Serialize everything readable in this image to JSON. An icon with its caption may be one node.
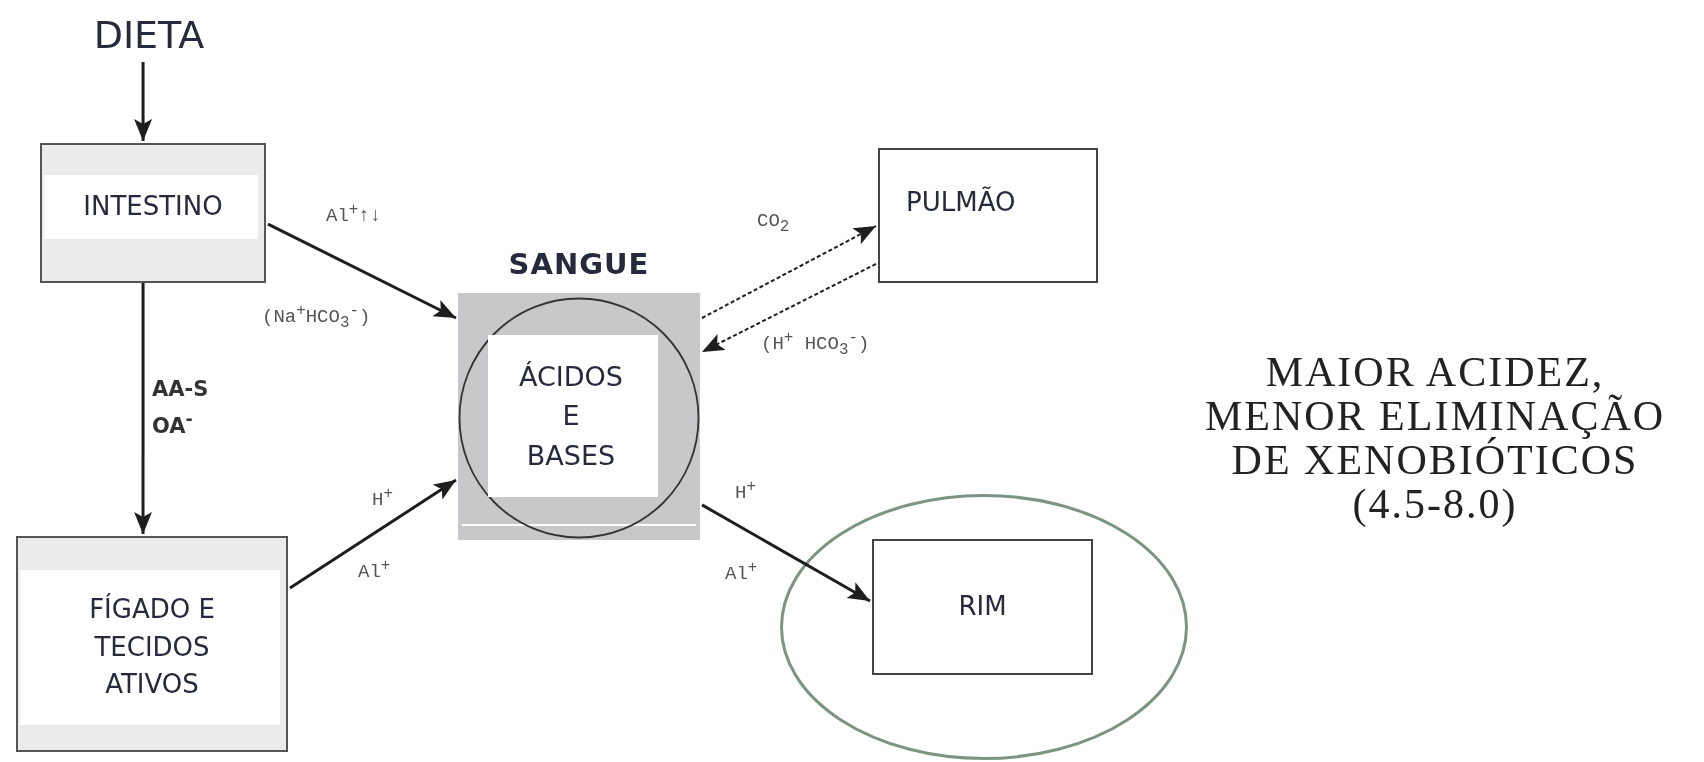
{
  "diagram": {
    "nodes": [
      {
        "text": [
          "DIETA"
        ]
      },
      {
        "text": [
          "INTESTINO"
        ]
      },
      {
        "text": [
          "FÍGADO E TECIDOS ATIVOS"
        ]
      },
      {
        "text": [
          "SANGUE"
        ]
      },
      {
        "text": [],
        "shape": "circle",
        "in": 3
      },
      {
        "text": [
          "ÁCIDOS E BASES"
        ],
        "in": 4
      },
      {
        "text": [
          "PULMÃO"
        ]
      },
      {
        "text": [],
        "shape": "circle"
      },
      {
        "text": [
          "RIM"
        ],
        "in": 7
      }
    ],
    "edges": [
      {
        "from": 0,
        "to": 1,
        "arrow": "to"
      },
      {
        "from": 1,
        "to": 3,
        "arrow": "to",
        "label": "Al$^{+}$↑↓"
      },
      {
        "from": 1,
        "to": 2,
        "arrow": "to",
        "label": "AA-S"
      },
      {
        "from": 2,
        "to": 3,
        "arrow": "to",
        "label": "H$^{+}$"
      },
      {
        "from": 3,
        "to": 6,
        "arrow": "to",
        "label": "CO$_{2}$",
        "style": "dashed"
      },
      {
        "from": 6,
        "to": 3,
        "arrow": "to",
        "label": "(H$^{+}$ HCO$_{3}$$^{-}$)",
        "style": "dashed"
      },
      {
        "from": 3,
        "to": 8,
        "arrow": "to",
        "label": "H$^{+}$"
      }
    ],
    "labels": [
      "(Na$^{+}$HCO$_{3}$$^{-}$)",
      "OA$^{-}$",
      "Al$^{+}$",
      "Al$^{+}$",
      "MAIOR ACIDEZ, MENOR ELIMINAÇÃO DE XENOBIÓTICOS",
      "(4.5-8.0)"
    ]
  }
}
